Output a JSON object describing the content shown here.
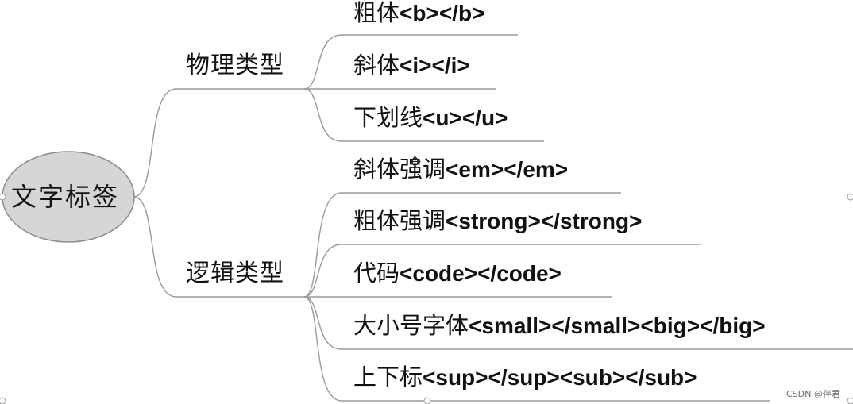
{
  "root": {
    "label": "文字标签"
  },
  "branches": [
    {
      "label": "物理类型",
      "items": [
        {
          "text": "粗体",
          "tag": "<b></b>"
        },
        {
          "text": "斜体",
          "tag": "<i></i>"
        },
        {
          "text": "下划线",
          "tag": "<u></u>"
        }
      ]
    },
    {
      "label": "逻辑类型",
      "items": [
        {
          "text": "斜体强调",
          "tag": "<em></em>"
        },
        {
          "text": "粗体强调",
          "tag": "<strong></strong>"
        },
        {
          "text": "代码",
          "tag": "<code></code>"
        },
        {
          "text": "大小号字体",
          "tag": "<small></small><big></big>"
        },
        {
          "text": "上下标",
          "tag": "<sup></sup><sub></sub>"
        }
      ]
    }
  ],
  "watermark": "CSDN @伴君",
  "colors": {
    "line": "#9a9a9a",
    "node_fill": "#d6d6d6",
    "node_stroke": "#8c8c8c",
    "text": "#111111"
  }
}
